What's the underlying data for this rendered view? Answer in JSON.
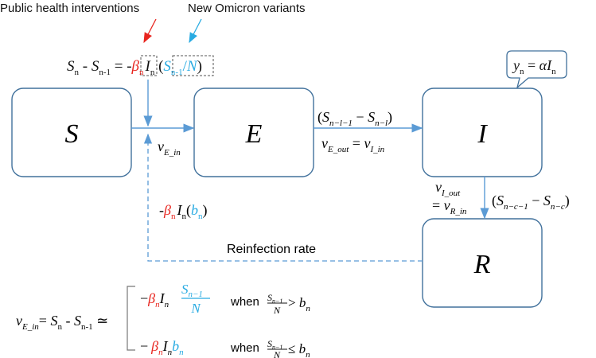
{
  "annotations": {
    "public_health": "Public health interventions",
    "omicron": "New Omicron variants",
    "reinfection_rate": "Reinfection rate",
    "when": "when"
  },
  "compartments": {
    "S": "S",
    "E": "E",
    "I": "I",
    "R": "R"
  },
  "equation": {
    "S": "S",
    "n": "n",
    "n_minus_1": "n-1",
    "minus": " - ",
    "eq_minus": " = -",
    "beta": "β",
    "I": "I",
    "open": " (",
    "close": ")",
    "slash": "/",
    "N": "N"
  },
  "callout": {
    "y": "y",
    "n": "n",
    "eq": " = ",
    "alpha": "α",
    "I": "I"
  },
  "flows": {
    "v": "v",
    "E_in": "E_in",
    "E_out": "E_out",
    "I_in": "I_in",
    "I_out": "I_out",
    "R_in": "R_in",
    "eq": " = ",
    "S_minus": "S",
    "n_l_1": "n−l−1",
    "n_l": "n−l",
    "n_c_1": "n−c−1",
    "n_c": "n−c",
    "minus": " − ",
    "open": "(",
    "close": ")"
  },
  "reinfection": {
    "minus": "-",
    "beta": "β",
    "n": "n",
    "I": "I",
    "open": "(",
    "b": "b",
    "close": ")"
  },
  "piecewise": {
    "v": "v",
    "E_in": "E_in",
    "eq": "= ",
    "S": "S",
    "n": "n",
    "n_minus_1": "n-1",
    "minus": " - ",
    "approx": " ≃",
    "neg": "−",
    "beta": "β",
    "I": "I",
    "frac_num_S": "S",
    "frac_num_sub": "n−1",
    "N": "N",
    "b": "b",
    "gt": " > ",
    "le": " ≤ "
  },
  "colors": {
    "accent_red": "#e8251f",
    "accent_blue": "#29abe2",
    "arrow_blue": "#5b9bd5",
    "box_stroke": "#41719c"
  }
}
